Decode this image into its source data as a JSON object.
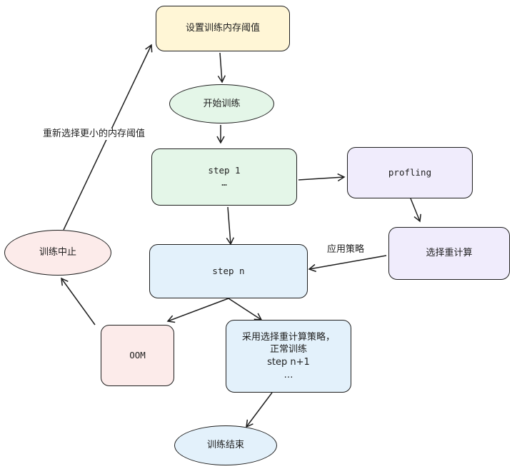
{
  "colors": {
    "stroke": "#1e1e1e",
    "yellow": "#fff6d6",
    "green": "#e4f6e8",
    "purple": "#f0ecfc",
    "blue": "#e3f1fb",
    "red": "#fcebea"
  },
  "nodes": {
    "set_threshold": "设置训练内存阈值",
    "start_training": "开始训练",
    "step1": "step 1\n…",
    "profiling": "profling",
    "select_recompute": "选择重计算",
    "step_n": "step n",
    "oom": "OOM",
    "continue": "采用选择重计算策略，\n正常训练\nstep n+1\n…",
    "training_stopped": "训练中止",
    "training_finished": "训练结束"
  },
  "edge_labels": {
    "reselect_threshold": "重新选择更小的内存阈值",
    "apply_strategy": "应用策略"
  }
}
